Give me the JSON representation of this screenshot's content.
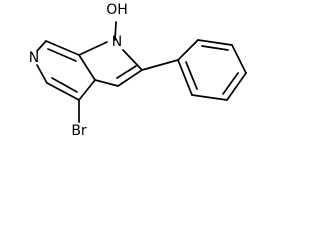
{
  "molecule": {
    "atoms": {
      "pyridine_nitrogen": "N",
      "pyrrole_nitrogen": "N",
      "hydroxyl": "OH",
      "bromine": "Br"
    }
  },
  "colors": {
    "bond": "#000000",
    "label": "#000000",
    "background": "#ffffff"
  }
}
